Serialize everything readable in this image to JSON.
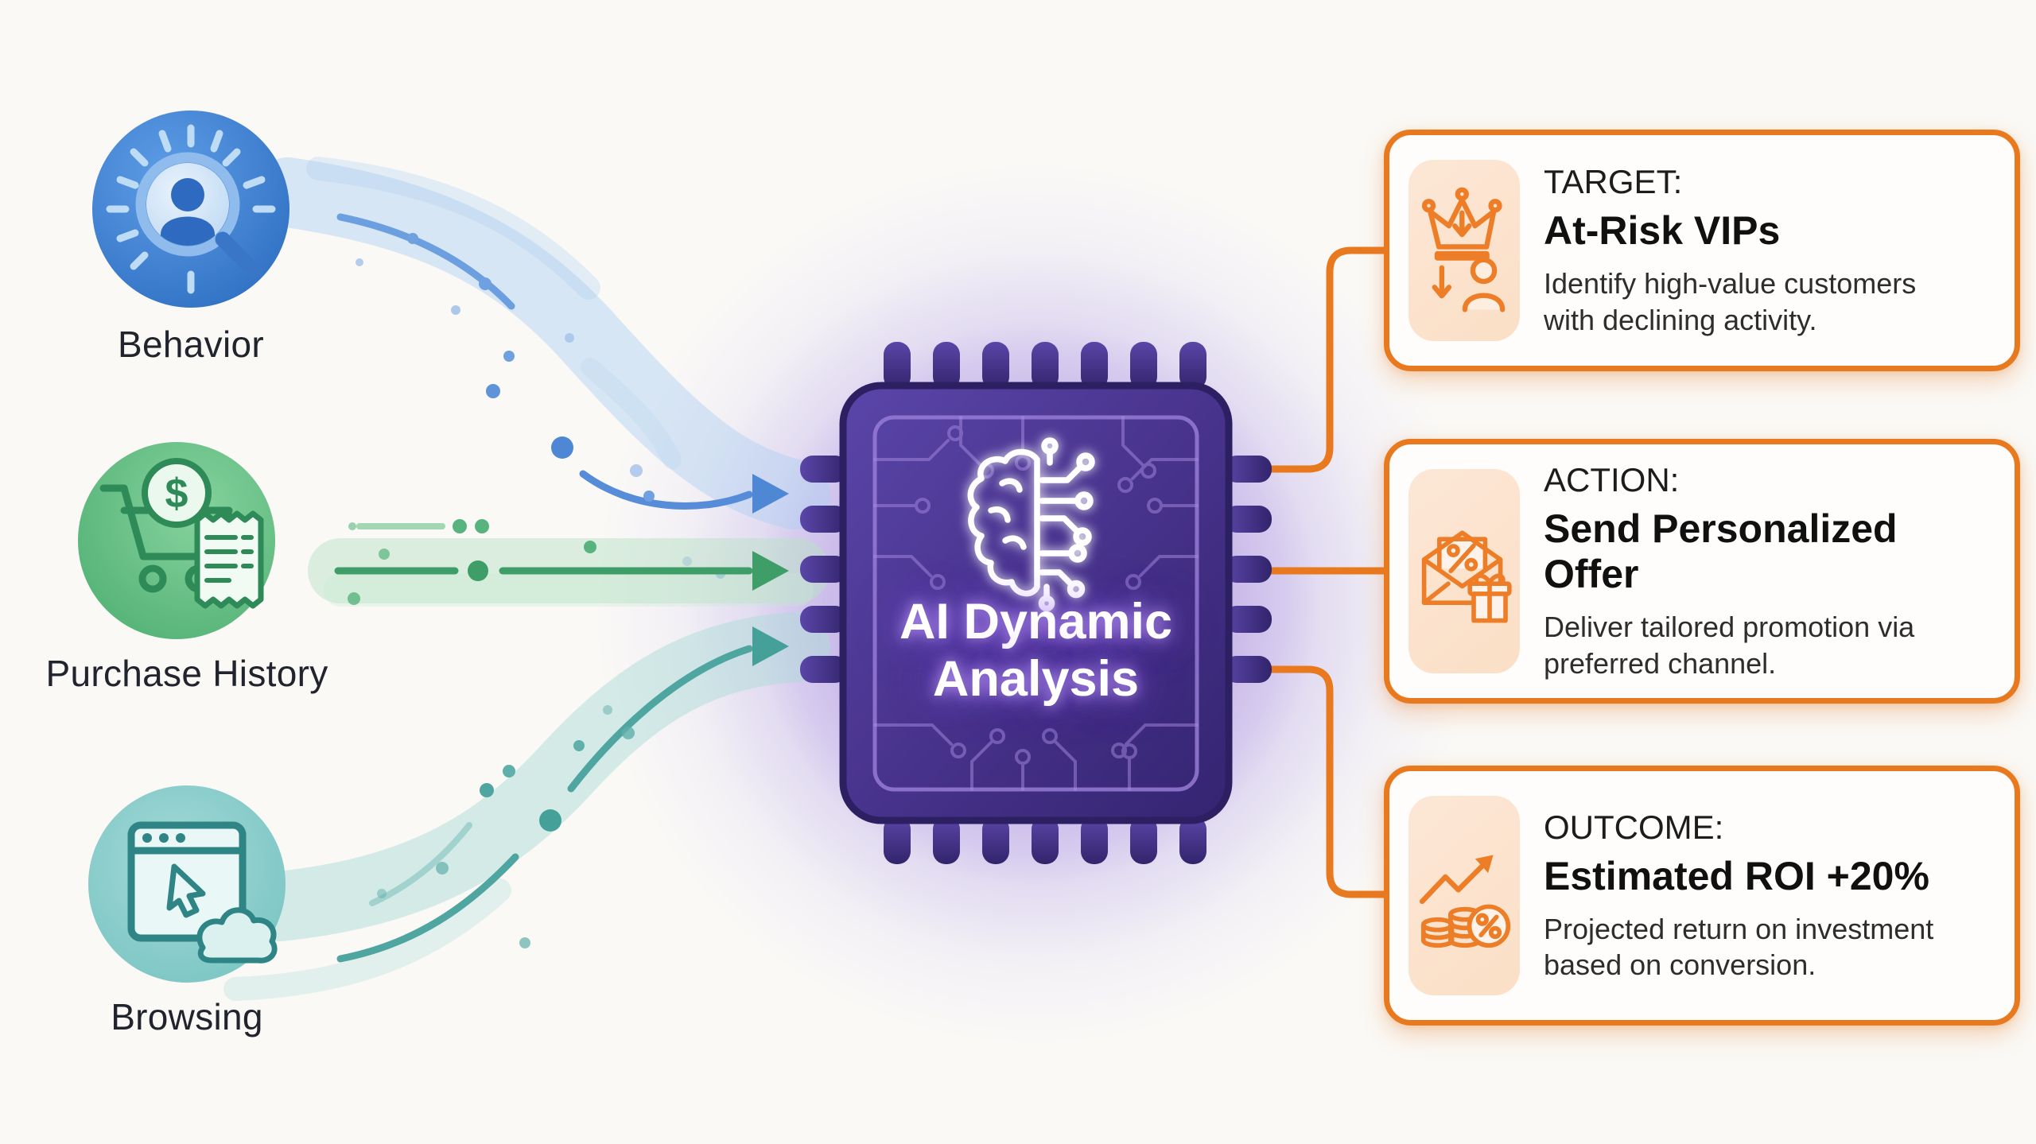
{
  "diagram": {
    "inputs": [
      {
        "id": "behavior",
        "label": "Behavior",
        "icon": "user-search-icon",
        "color": "#3e7fd0"
      },
      {
        "id": "purchase-history",
        "label": "Purchase History",
        "icon": "cart-dollar-receipt-icon",
        "color": "#57b97c"
      },
      {
        "id": "browsing",
        "label": "Browsing",
        "icon": "browser-cursor-cloud-icon",
        "color": "#6fbfbd"
      }
    ],
    "processor": {
      "icon": "brain-circuit-icon",
      "title_lines": [
        "AI Dynamic",
        "Analysis"
      ]
    },
    "outputs": [
      {
        "id": "target",
        "label": "TARGET:",
        "title": "At-Risk VIPs",
        "description": "Identify high-value customers with declining activity.",
        "icon": "crown-decline-person-icon"
      },
      {
        "id": "action",
        "label": "ACTION:",
        "title": "Send Personalized Offer",
        "description": "Deliver tailored promotion via preferred channel.",
        "icon": "offer-envelope-gift-icon"
      },
      {
        "id": "outcome",
        "label": "OUTCOME:",
        "title": "Estimated ROI +20%",
        "description": "Projected return on investment based on conversion.",
        "icon": "roi-growth-coins-icon"
      }
    ],
    "colors": {
      "background": "#faf9f6",
      "accent_orange": "#e8791f",
      "card_tile": "#fbe3cf",
      "chip_purple": "#4a3590",
      "chip_glow": "#c6aaf0",
      "stream_blue": "#4e87d4",
      "stream_green": "#3f9e68",
      "stream_teal": "#46a09a",
      "label_text": "#21242d"
    }
  }
}
